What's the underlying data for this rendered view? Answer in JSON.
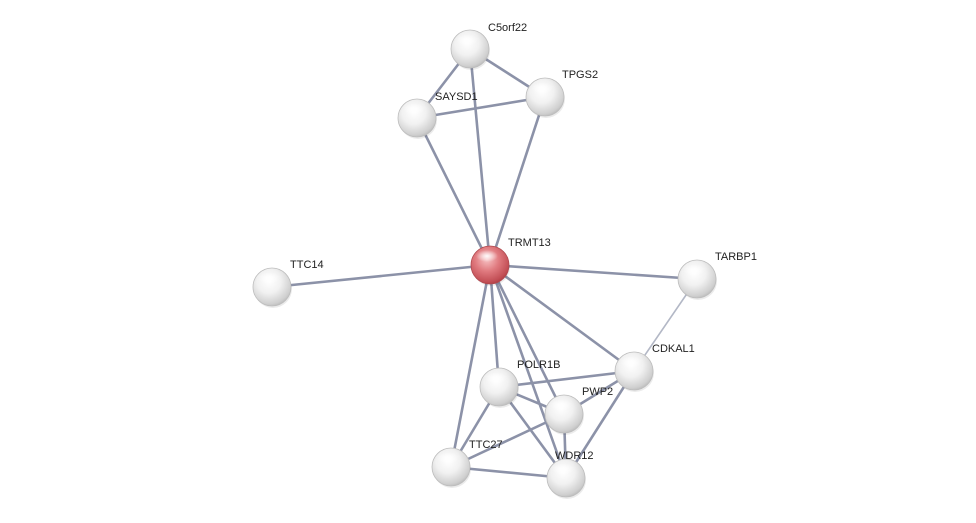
{
  "network": {
    "colors": {
      "edge": "#8c92a8",
      "edge_light": "#b3b8c6",
      "node_default": "#e2e2e2",
      "node_query": "#d9646a",
      "label": "#222222"
    },
    "nodes": [
      {
        "id": "TRMT13",
        "label": "TRMT13",
        "query": true
      },
      {
        "id": "C5orf22",
        "label": "C5orf22"
      },
      {
        "id": "TPGS2",
        "label": "TPGS2"
      },
      {
        "id": "SAYSD1",
        "label": "SAYSD1"
      },
      {
        "id": "TTC14",
        "label": "TTC14"
      },
      {
        "id": "TARBP1",
        "label": "TARBP1"
      },
      {
        "id": "CDKAL1",
        "label": "CDKAL1"
      },
      {
        "id": "POLR1B",
        "label": "POLR1B"
      },
      {
        "id": "PWP2",
        "label": "PWP2"
      },
      {
        "id": "TTC27",
        "label": "TTC27"
      },
      {
        "id": "WDR12",
        "label": "WDR12"
      }
    ],
    "edges": [
      [
        "C5orf22",
        "TPGS2"
      ],
      [
        "C5orf22",
        "SAYSD1"
      ],
      [
        "SAYSD1",
        "TPGS2"
      ],
      [
        "C5orf22",
        "TRMT13"
      ],
      [
        "SAYSD1",
        "TRMT13"
      ],
      [
        "TPGS2",
        "TRMT13"
      ],
      [
        "TTC14",
        "TRMT13"
      ],
      [
        "TARBP1",
        "TRMT13"
      ],
      [
        "TARBP1",
        "CDKAL1",
        "light"
      ],
      [
        "TRMT13",
        "CDKAL1"
      ],
      [
        "TRMT13",
        "POLR1B"
      ],
      [
        "TRMT13",
        "PWP2"
      ],
      [
        "TRMT13",
        "TTC27"
      ],
      [
        "TRMT13",
        "WDR12"
      ],
      [
        "CDKAL1",
        "POLR1B"
      ],
      [
        "CDKAL1",
        "PWP2"
      ],
      [
        "CDKAL1",
        "WDR12"
      ],
      [
        "POLR1B",
        "PWP2"
      ],
      [
        "POLR1B",
        "TTC27"
      ],
      [
        "POLR1B",
        "WDR12"
      ],
      [
        "PWP2",
        "TTC27"
      ],
      [
        "PWP2",
        "WDR12"
      ],
      [
        "TTC27",
        "WDR12"
      ]
    ]
  }
}
